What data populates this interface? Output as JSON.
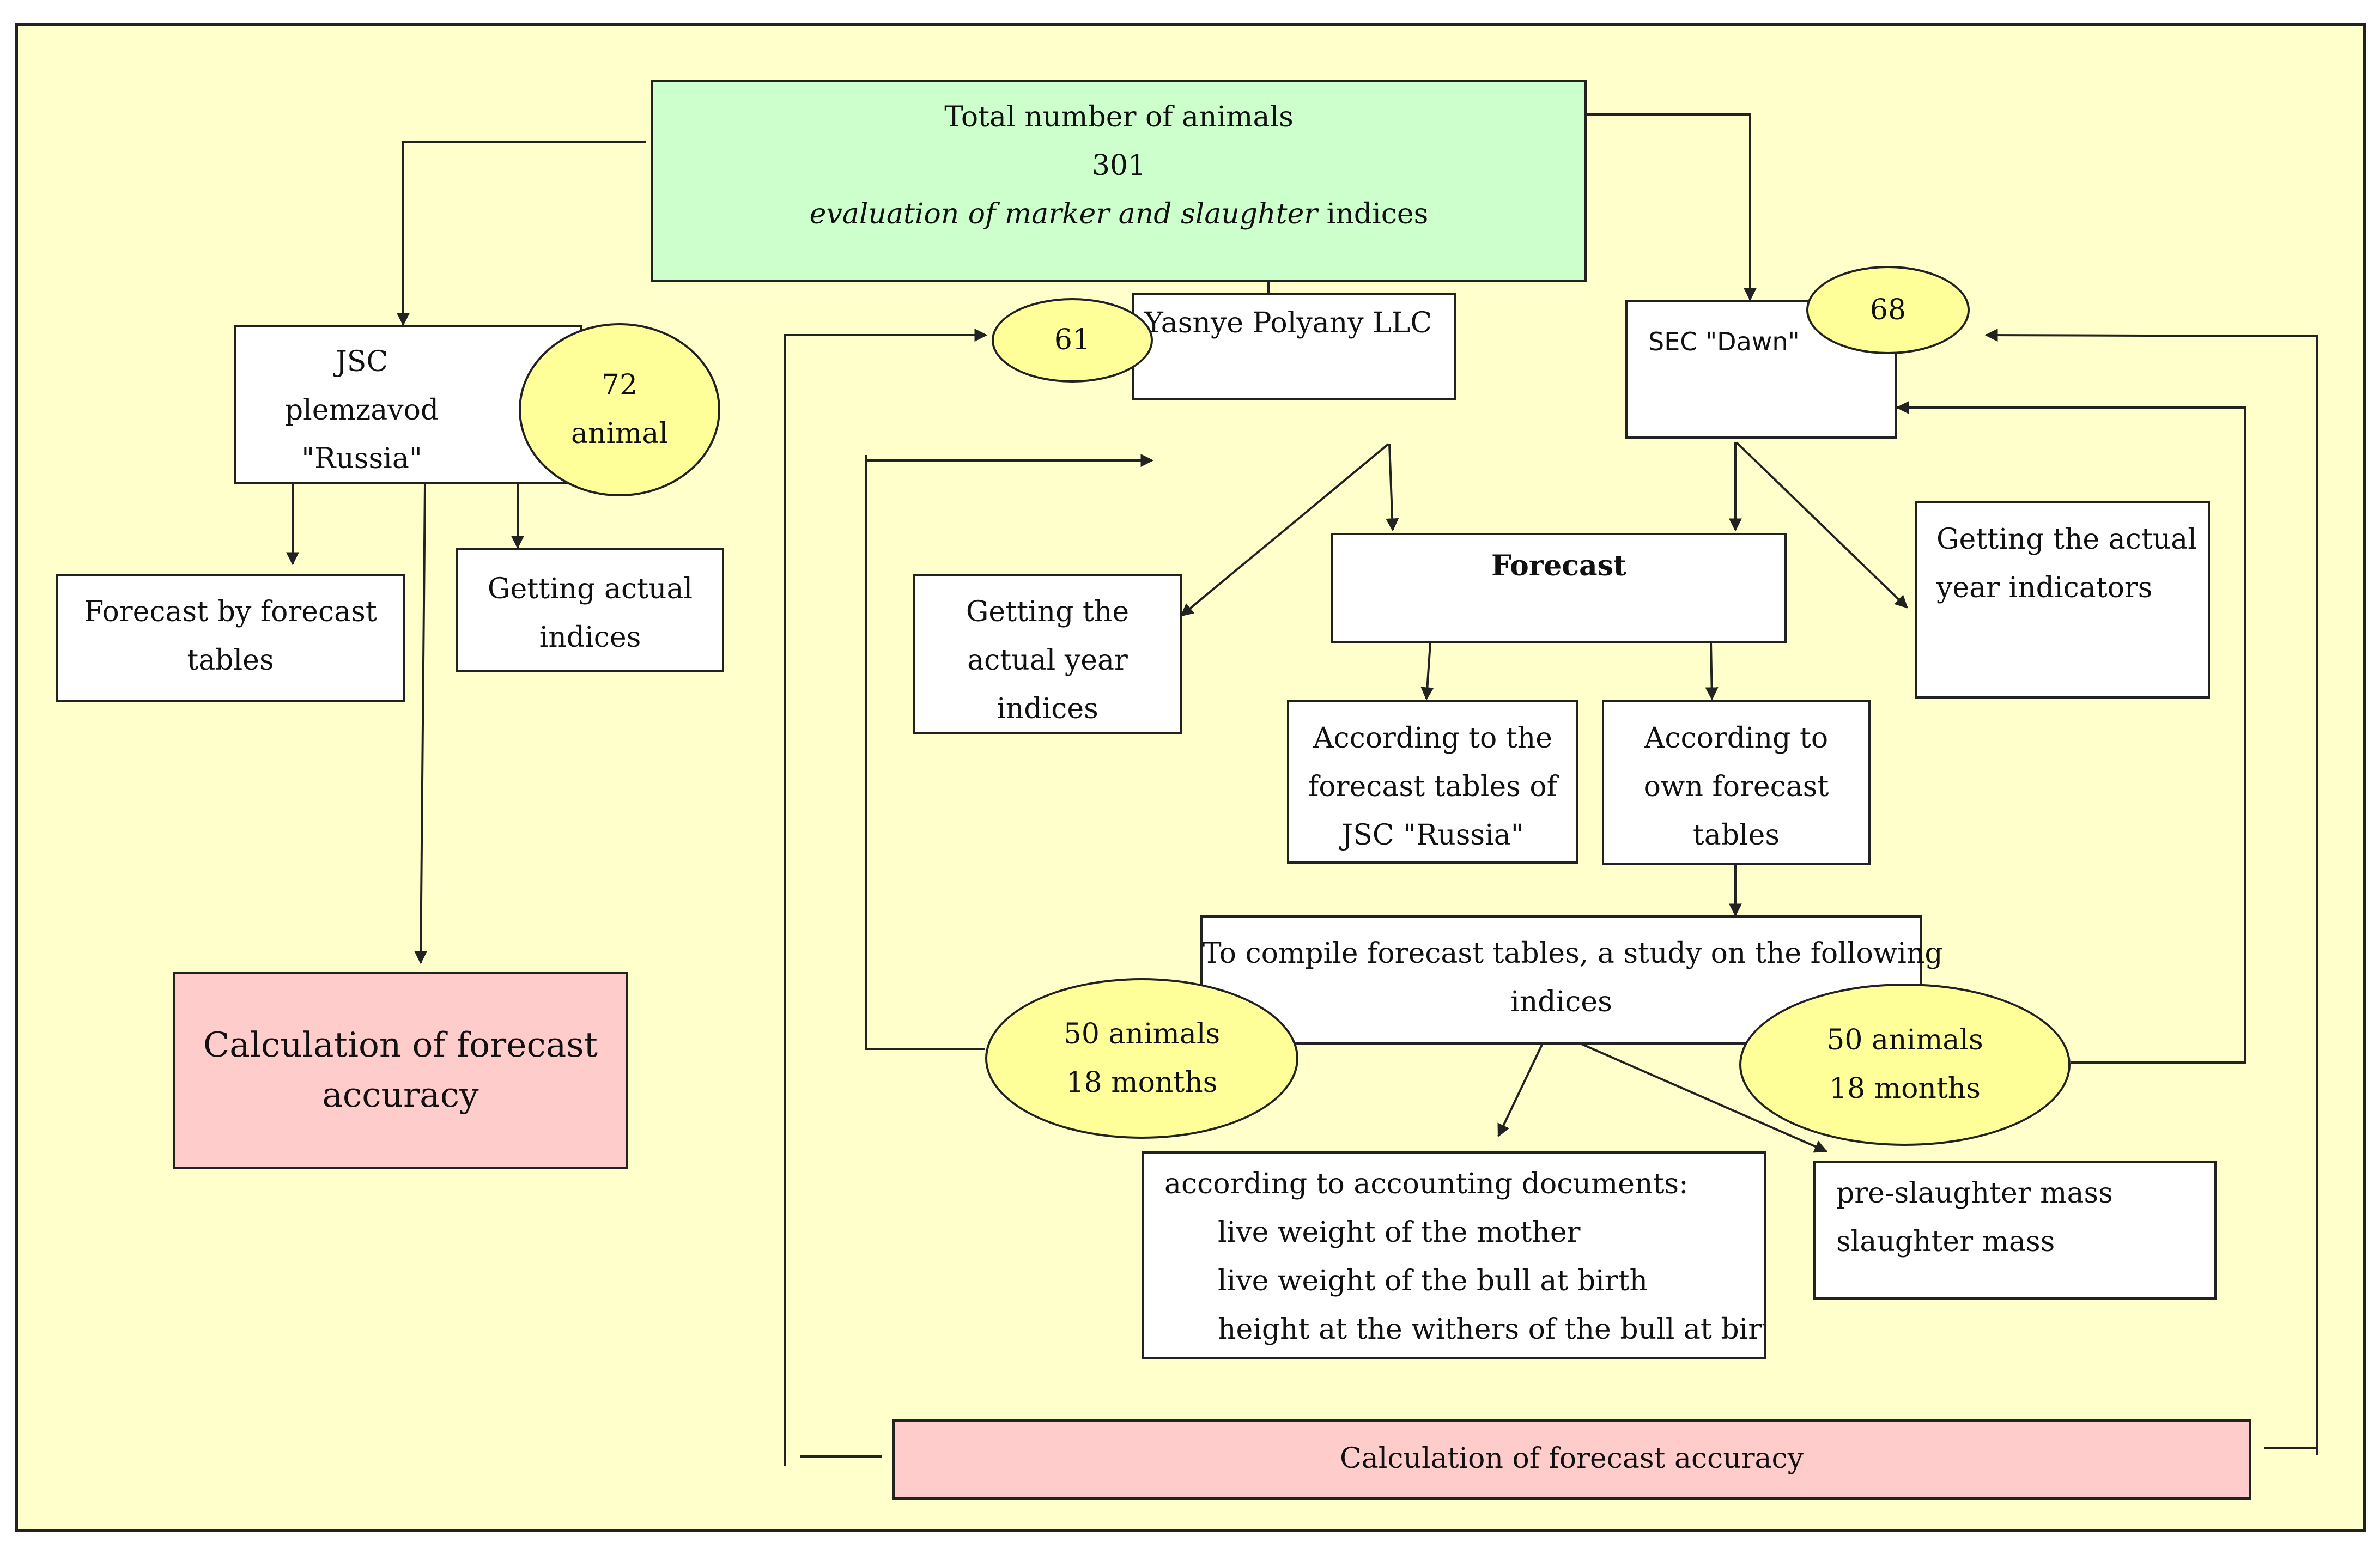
{
  "top": {
    "line1": "Total number of animals",
    "line2": "301",
    "line3_italic": "evaluation of marker and slaughter",
    "line3_rest": " indices"
  },
  "jsc": {
    "line1": "JSC",
    "line2": "plemzavod",
    "line3": "\"Russia\"",
    "ellipse_line1": "72",
    "ellipse_line2": "animal"
  },
  "forecast_by_tables": {
    "line1": "Forecast by forecast",
    "line2": "tables"
  },
  "getting_actual": {
    "line1": "Getting actual",
    "line2": "indices"
  },
  "calc_left": {
    "line1": "Calculation of forecast",
    "line2": "accuracy"
  },
  "yasnye": {
    "label": "Yasnye Polyany LLC",
    "ellipse": "61"
  },
  "sec": {
    "label": "SEC \"Dawn\"",
    "ellipse": "68"
  },
  "actual_year_indices": {
    "line1": "Getting the",
    "line2": "actual year",
    "line3": "indices"
  },
  "forecast": {
    "label": "Forecast"
  },
  "actual_year_indicators": {
    "line1": "Getting the actual",
    "line2": "year indicators"
  },
  "acc_jsc": {
    "line1": "According to the",
    "line2": "forecast tables of",
    "line3": "JSC \"Russia\""
  },
  "acc_own": {
    "line1": "According to",
    "line2": "own forecast",
    "line3": "tables"
  },
  "study": {
    "line1": "To compile forecast tables, a study on the following",
    "line2": "indices"
  },
  "ellipse_left": {
    "line1": "50 animals",
    "line2": "18 months"
  },
  "ellipse_right": {
    "line1": "50 animals",
    "line2": "18 months"
  },
  "accounting": {
    "line1": "according to accounting documents:",
    "line2": "live weight of the mother",
    "line3": "live weight of the bull at birth",
    "line4": "height at the withers of the bull at birth"
  },
  "slaughter": {
    "line1": "pre-slaughter mass",
    "line2": "slaughter mass"
  },
  "calc_bottom": {
    "label": "Calculation of forecast accuracy"
  }
}
